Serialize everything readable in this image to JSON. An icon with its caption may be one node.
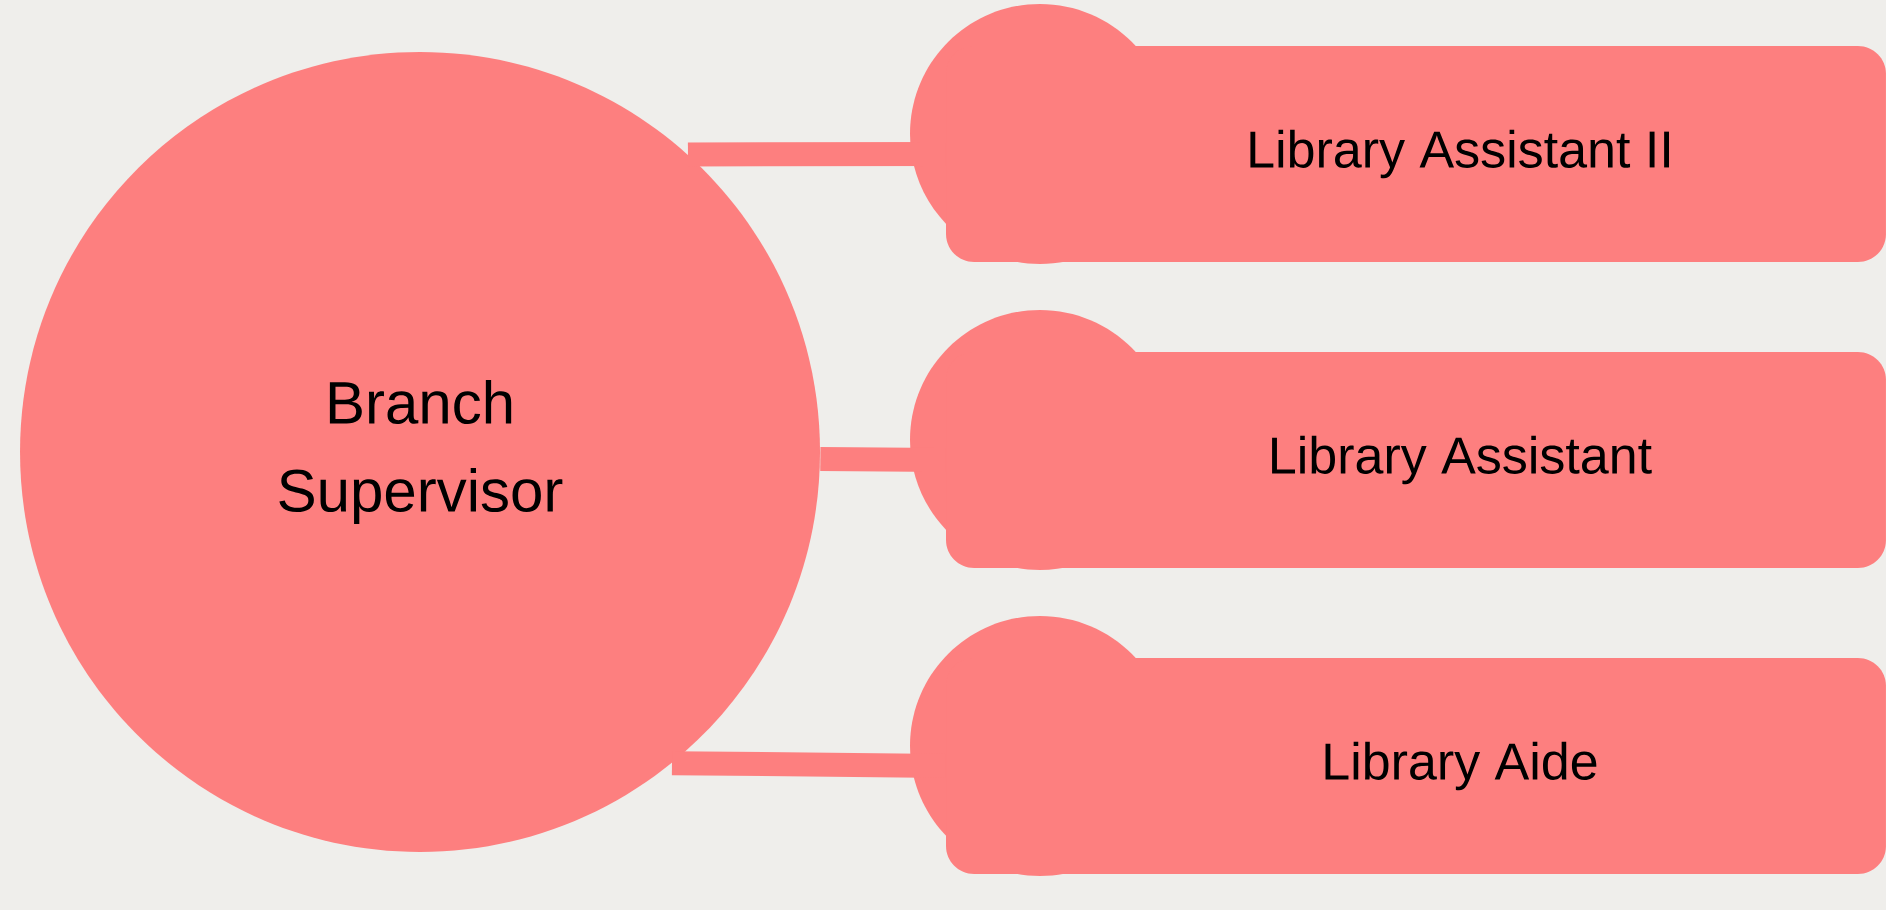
{
  "diagram": {
    "nodes": [
      {
        "text": [
          "Branch Supervisor"
        ]
      },
      {
        "text": [
          "Library Assistant II"
        ]
      },
      {
        "text": [
          "Library Assistant"
        ]
      },
      {
        "text": [
          "Library Aide"
        ]
      }
    ],
    "edges": [
      {
        "from": 0,
        "to": 1,
        "arrow": "none"
      },
      {
        "from": 0,
        "to": 2,
        "arrow": "none"
      },
      {
        "from": 0,
        "to": 3,
        "arrow": "none"
      }
    ]
  }
}
